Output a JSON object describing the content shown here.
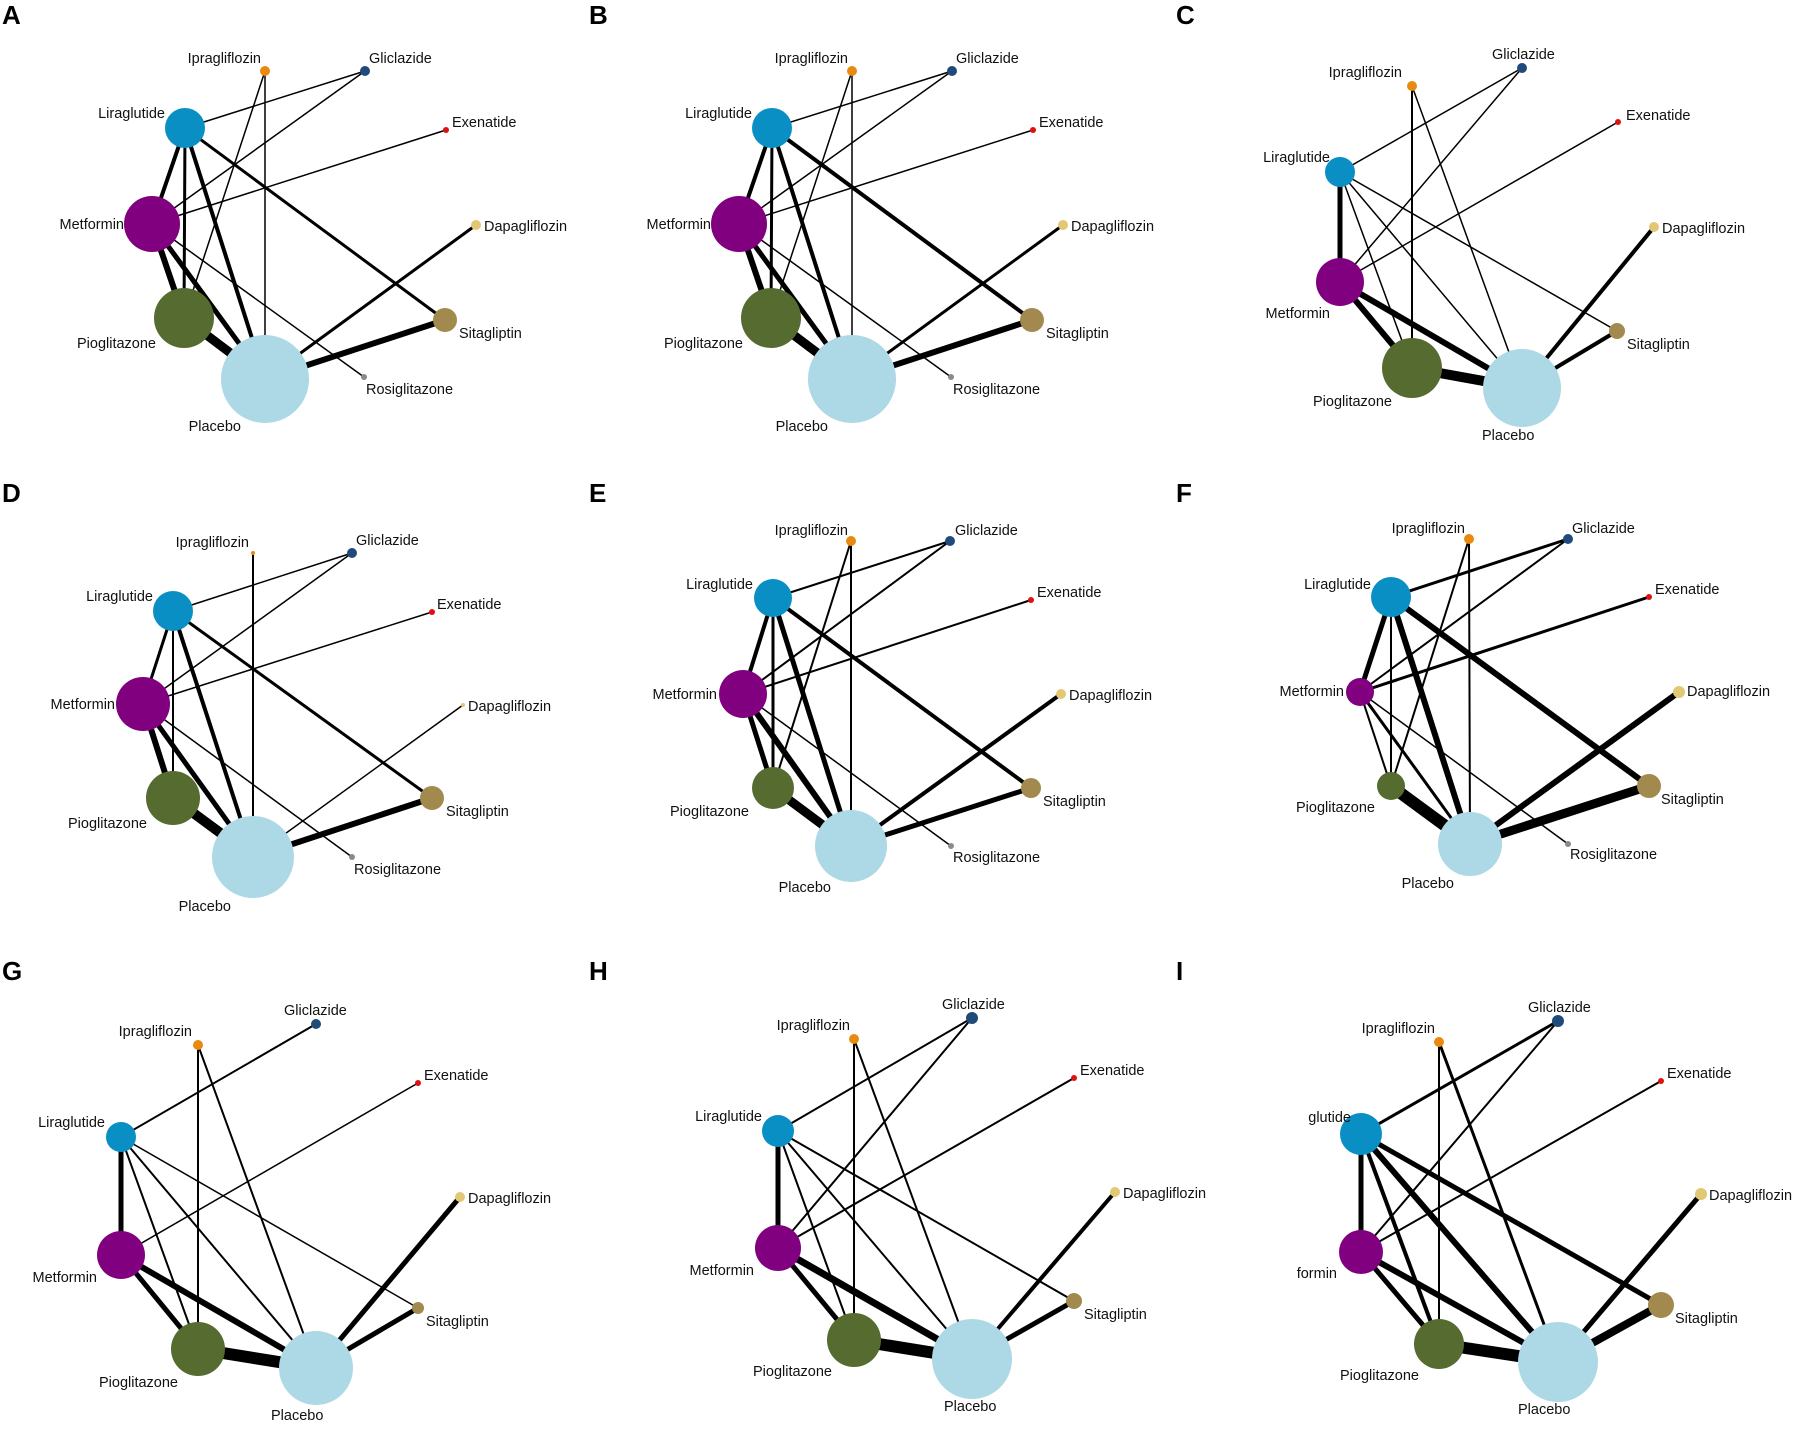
{
  "colors": {
    "Placebo": "#add8e6",
    "Pioglitazone": "#556b2f",
    "Metformin": "#800080",
    "Liraglutide": "#0a8fc4",
    "Ipragliflozin": "#e88a10",
    "Gliclazide": "#1f4a7a",
    "Exenatide": "#e01010",
    "Dapagliflozin": "#e2c874",
    "Sitagliptin": "#a28a4e",
    "Rosiglitazone": "#8a8a8a"
  },
  "panels": [
    {
      "letter": "A",
      "nodes": [
        {
          "name": "Ipragliflozin",
          "label": "Ipragliflozin"
        },
        {
          "name": "Gliclazide",
          "label": "Gliclazide"
        },
        {
          "name": "Exenatide",
          "label": "Exenatide"
        },
        {
          "name": "Liraglutide",
          "label": "Liraglutide"
        },
        {
          "name": "Metformin",
          "label": "Metformin"
        },
        {
          "name": "Dapagliflozin",
          "label": "Dapagliflozin"
        },
        {
          "name": "Pioglitazone",
          "label": "Pioglitazone"
        },
        {
          "name": "Sitagliptin",
          "label": "Sitagliptin"
        },
        {
          "name": "Rosiglitazone",
          "label": "Rosiglitazone"
        },
        {
          "name": "Placebo",
          "label": "Placebo"
        }
      ]
    },
    {
      "letter": "B",
      "nodes": [
        {
          "name": "Ipragliflozin",
          "label": "Ipragliflozin"
        },
        {
          "name": "Gliclazide",
          "label": "Gliclazide"
        },
        {
          "name": "Exenatide",
          "label": "Exenatide"
        },
        {
          "name": "Liraglutide",
          "label": "Liraglutide"
        },
        {
          "name": "Metformin",
          "label": "Metformin"
        },
        {
          "name": "Dapagliflozin",
          "label": "Dapagliflozin"
        },
        {
          "name": "Pioglitazone",
          "label": "Pioglitazone"
        },
        {
          "name": "Sitagliptin",
          "label": "Sitagliptin"
        },
        {
          "name": "Rosiglitazone",
          "label": "Rosiglitazone"
        },
        {
          "name": "Placebo",
          "label": "Placebo"
        }
      ]
    },
    {
      "letter": "C",
      "nodes": [
        {
          "name": "Gliclazide",
          "label": "Gliclazide"
        },
        {
          "name": "Ipragliflozin",
          "label": "Ipragliflozin"
        },
        {
          "name": "Exenatide",
          "label": "Exenatide"
        },
        {
          "name": "Liraglutide",
          "label": "Liraglutide"
        },
        {
          "name": "Dapagliflozin",
          "label": "Dapagliflozin"
        },
        {
          "name": "Metformin",
          "label": "Metformin"
        },
        {
          "name": "Sitagliptin",
          "label": "Sitagliptin"
        },
        {
          "name": "Pioglitazone",
          "label": "Pioglitazone"
        },
        {
          "name": "Placebo",
          "label": "Placebo"
        }
      ]
    },
    {
      "letter": "D",
      "nodes": [
        {
          "name": "Ipragliflozin",
          "label": "Ipragliflozin"
        },
        {
          "name": "Gliclazide",
          "label": "Gliclazide"
        },
        {
          "name": "Liraglutide",
          "label": "Liraglutide"
        },
        {
          "name": "Exenatide",
          "label": "Exenatide"
        },
        {
          "name": "Metformin",
          "label": "Metformin"
        },
        {
          "name": "Dapagliflozin",
          "label": "Dapagliflozin"
        },
        {
          "name": "Sitagliptin",
          "label": "Sitagliptin"
        },
        {
          "name": "Pioglitazone",
          "label": "Pioglitazone"
        },
        {
          "name": "Rosiglitazone",
          "label": "Rosiglitazone"
        },
        {
          "name": "Placebo",
          "label": "Placebo"
        }
      ]
    },
    {
      "letter": "E",
      "nodes": [
        {
          "name": "Ipragliflozin",
          "label": "Ipragliflozin"
        },
        {
          "name": "Gliclazide",
          "label": "Gliclazide"
        },
        {
          "name": "Exenatide",
          "label": "Exenatide"
        },
        {
          "name": "Liraglutide",
          "label": "Liraglutide"
        },
        {
          "name": "Metformin",
          "label": "Metformin"
        },
        {
          "name": "Dapagliflozin",
          "label": "Dapagliflozin"
        },
        {
          "name": "Sitagliptin",
          "label": "Sitagliptin"
        },
        {
          "name": "Pioglitazone",
          "label": "Pioglitazone"
        },
        {
          "name": "Rosiglitazone",
          "label": "Rosiglitazone"
        },
        {
          "name": "Placebo",
          "label": "Placebo"
        }
      ]
    },
    {
      "letter": "F",
      "nodes": [
        {
          "name": "Ipragliflozin",
          "label": "Ipragliflozin"
        },
        {
          "name": "Gliclazide",
          "label": "Gliclazide"
        },
        {
          "name": "Exenatide",
          "label": "Exenatide"
        },
        {
          "name": "Liraglutide",
          "label": "Liraglutide"
        },
        {
          "name": "Metformin",
          "label": "Metformin"
        },
        {
          "name": "Dapagliflozin",
          "label": "Dapagliflozin"
        },
        {
          "name": "Sitagliptin",
          "label": "Sitagliptin"
        },
        {
          "name": "Pioglitazone",
          "label": "Pioglitazone"
        },
        {
          "name": "Rosiglitazone",
          "label": "Rosiglitazone"
        },
        {
          "name": "Placebo",
          "label": "Placebo"
        }
      ]
    },
    {
      "letter": "G",
      "nodes": [
        {
          "name": "Gliclazide",
          "label": "Gliclazide"
        },
        {
          "name": "Ipragliflozin",
          "label": "Ipragliflozin"
        },
        {
          "name": "Exenatide",
          "label": "Exenatide"
        },
        {
          "name": "Liraglutide",
          "label": "Liraglutide"
        },
        {
          "name": "Dapagliflozin",
          "label": "Dapagliflozin"
        },
        {
          "name": "Metformin",
          "label": "Metformin"
        },
        {
          "name": "Sitagliptin",
          "label": "Sitagliptin"
        },
        {
          "name": "Pioglitazone",
          "label": "Pioglitazone"
        },
        {
          "name": "Placebo",
          "label": "Placebo"
        }
      ]
    },
    {
      "letter": "H",
      "nodes": [
        {
          "name": "Gliclazide",
          "label": "Gliclazide"
        },
        {
          "name": "Ipragliflozin",
          "label": "Ipragliflozin"
        },
        {
          "name": "Exenatide",
          "label": "Exenatide"
        },
        {
          "name": "Liraglutide",
          "label": "Liraglutide"
        },
        {
          "name": "Dapagliflozin",
          "label": "Dapagliflozin"
        },
        {
          "name": "Metformin",
          "label": "Metformin"
        },
        {
          "name": "Sitagliptin",
          "label": "Sitagliptin"
        },
        {
          "name": "Pioglitazone",
          "label": "Pioglitazone"
        },
        {
          "name": "Placebo",
          "label": "Placebo"
        }
      ]
    },
    {
      "letter": "I",
      "nodes": [
        {
          "name": "Gliclazide",
          "label": "Gliclazide"
        },
        {
          "name": "Ipragliflozin",
          "label": "Ipragliflozin"
        },
        {
          "name": "Exenatide",
          "label": "Exenatide"
        },
        {
          "name": "Liraglutide",
          "label": "glutide"
        },
        {
          "name": "Dapagliflozin",
          "label": "Dapagliflozin"
        },
        {
          "name": "Metformin",
          "label": "formin"
        },
        {
          "name": "Sitagliptin",
          "label": "Sitagliptin"
        },
        {
          "name": "Pioglitazone",
          "label": "Pioglitazone"
        },
        {
          "name": "Placebo",
          "label": "Placebo"
        }
      ]
    }
  ]
}
